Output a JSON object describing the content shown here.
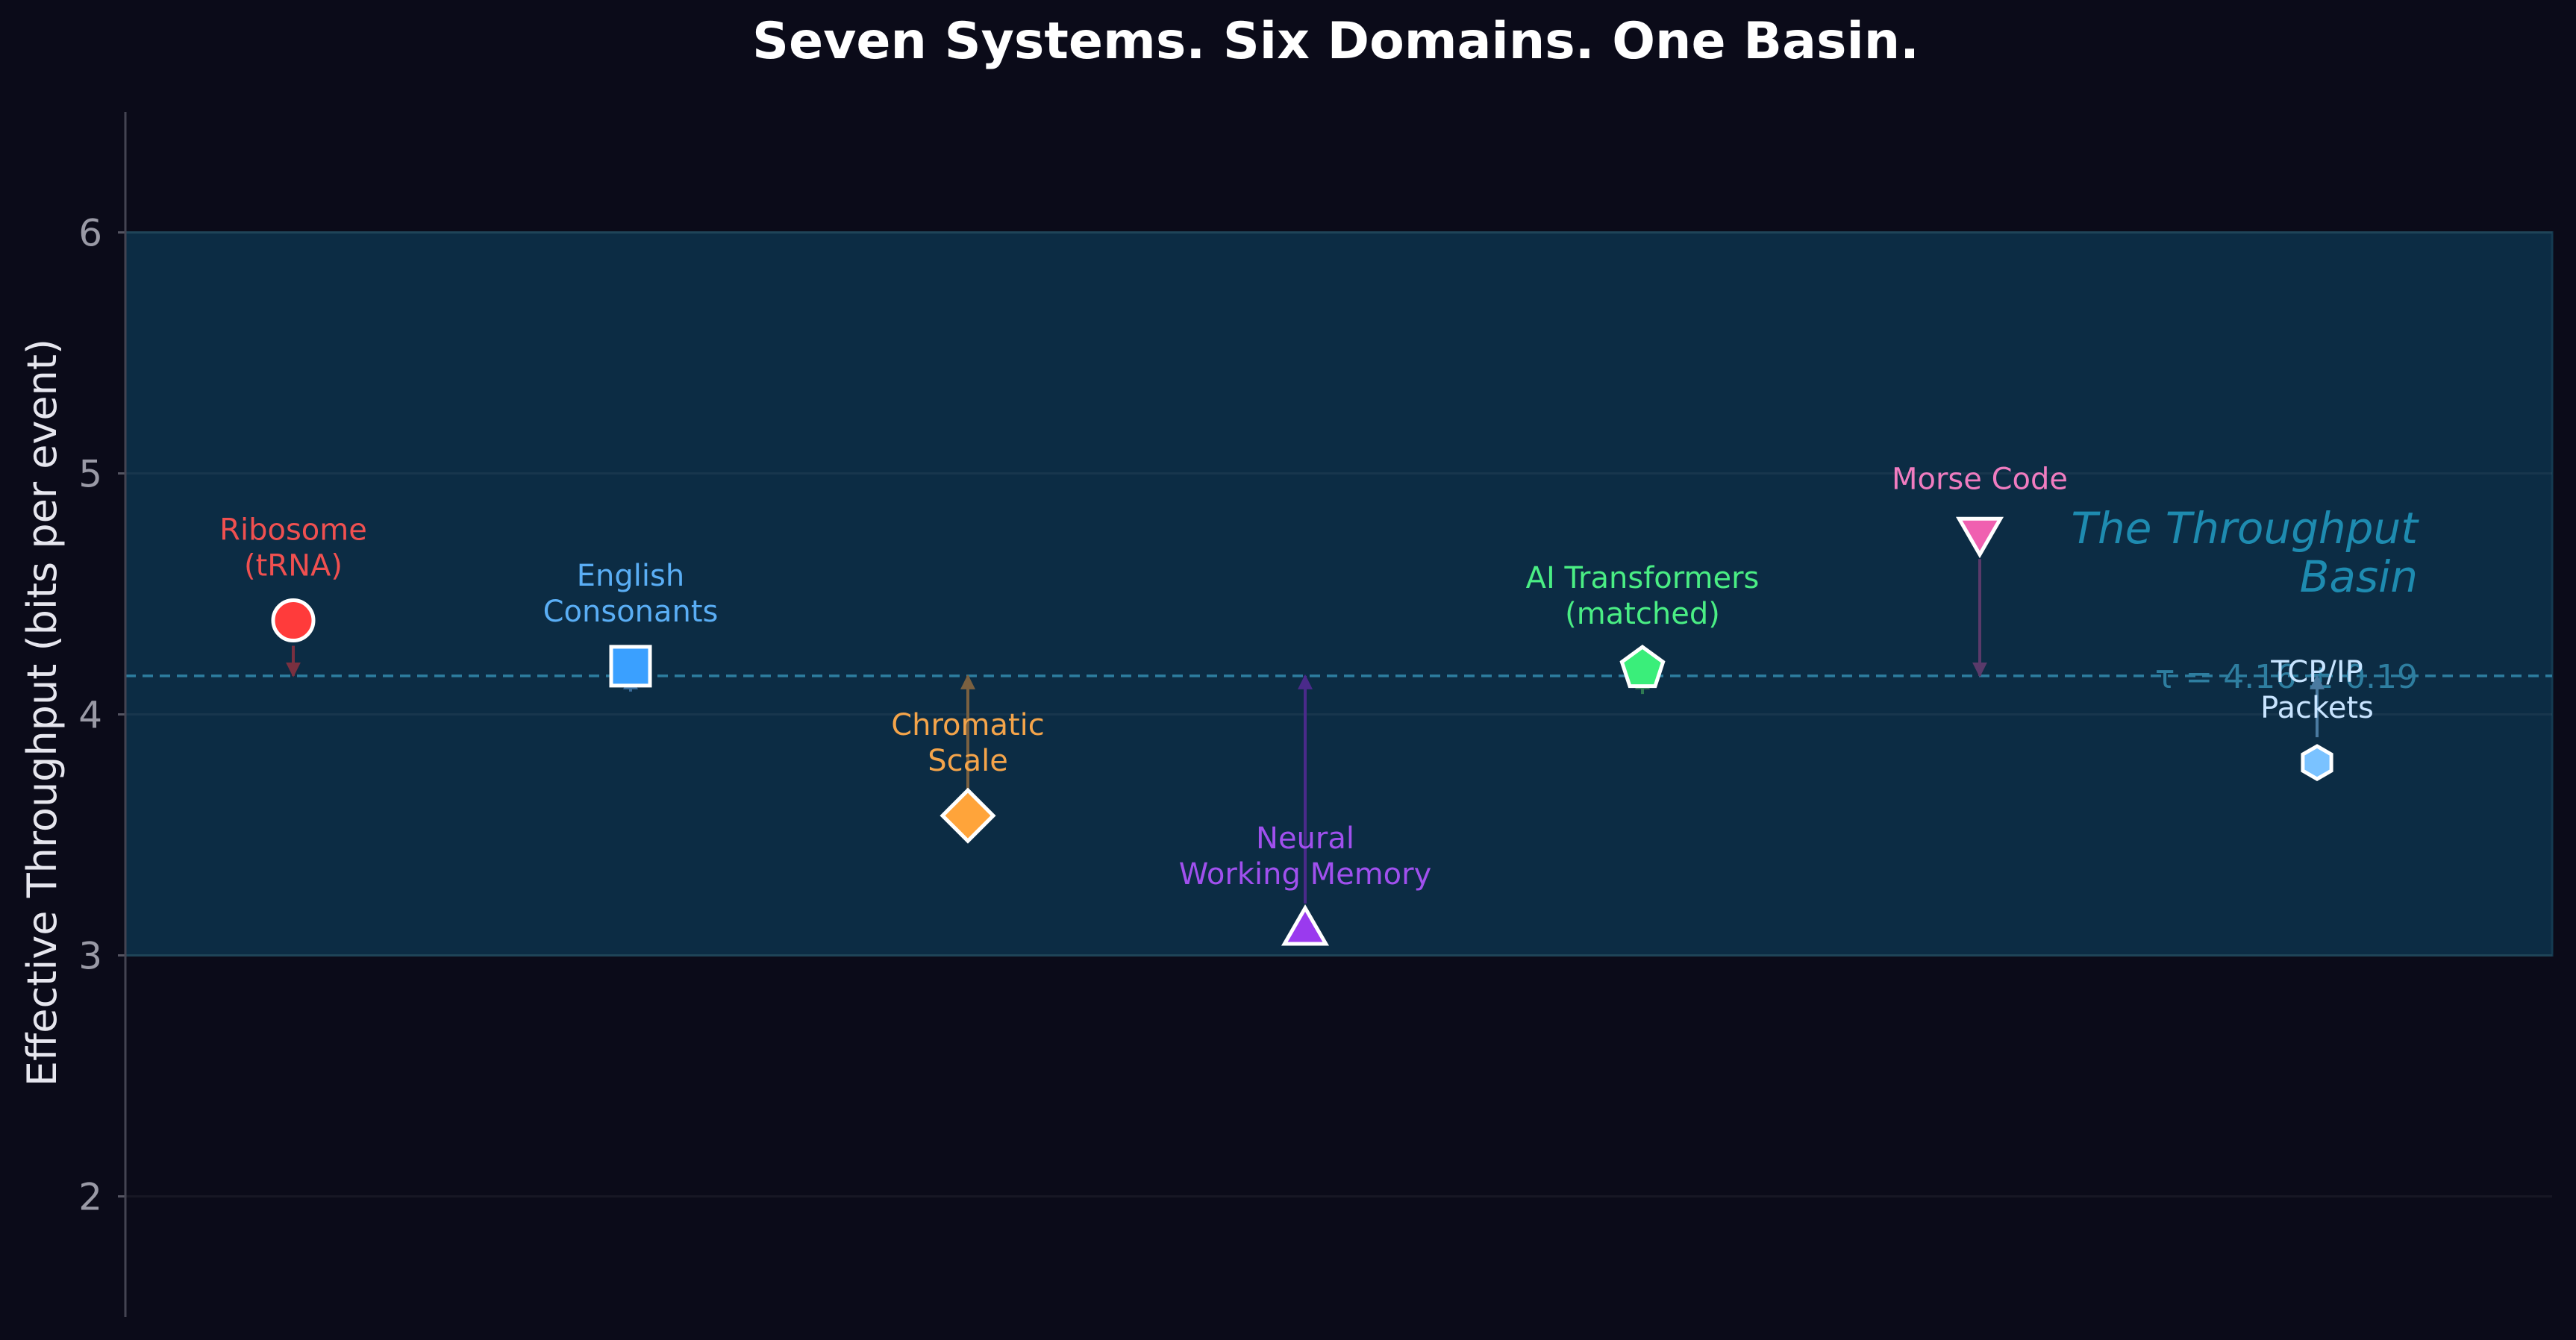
{
  "chart_data": {
    "type": "scatter",
    "title": "Seven Systems. Six Domains. One Basin.",
    "ylabel": "Effective Throughput (bits per event)",
    "xlabel": "",
    "ylim": [
      1.5,
      6.5
    ],
    "yticks": [
      2,
      3,
      4,
      5,
      6
    ],
    "grid": true,
    "band": {
      "low": 3.0,
      "high": 6.0,
      "label_line1": "The Throughput",
      "label_line2": "Basin",
      "color": "#0c2c44",
      "label_color": "#1e8bb0"
    },
    "reference_line": {
      "y": 4.16,
      "label": "τ = 4.16 ± 0.19",
      "color": "#2e7ea0"
    },
    "points": [
      {
        "name_lines": [
          "Ribosome",
          "(tRNA)"
        ],
        "y": 4.39,
        "marker": "circle",
        "color": "#ff3b3b",
        "label_color": "#f05050",
        "arrow_color": "#7a3040"
      },
      {
        "name_lines": [
          "English",
          "Consonants"
        ],
        "y": 4.2,
        "marker": "square",
        "color": "#3aa0ff",
        "label_color": "#5aaef5",
        "arrow_color": "#3a6c9a"
      },
      {
        "name_lines": [
          "Chromatic",
          "Scale"
        ],
        "y": 3.58,
        "marker": "diamond",
        "color": "#ffa43a",
        "label_color": "#f4a44a",
        "arrow_color": "#7a6040"
      },
      {
        "name_lines": [
          "Neural",
          "Working Memory"
        ],
        "y": 3.11,
        "marker": "triangle-up",
        "color": "#9a3aee",
        "label_color": "#a050ee",
        "arrow_color": "#4a2a8a"
      },
      {
        "name_lines": [
          "AI Transformers",
          "(matched)"
        ],
        "y": 4.19,
        "marker": "pentagon",
        "color": "#3aee7a",
        "label_color": "#4aee84",
        "arrow_color": "#2f7a52"
      },
      {
        "name_lines": [
          "Morse Code"
        ],
        "y": 4.75,
        "marker": "triangle-down",
        "color": "#f060b0",
        "label_color": "#f07cc0",
        "arrow_color": "#5a3a6a"
      },
      {
        "name_lines": [
          "TCP/IP",
          "Packets"
        ],
        "y": 3.8,
        "marker": "hexagon",
        "color": "#7ac2ff",
        "label_color": "#c8e4ff",
        "arrow_color": "#4a7aa0"
      }
    ]
  }
}
